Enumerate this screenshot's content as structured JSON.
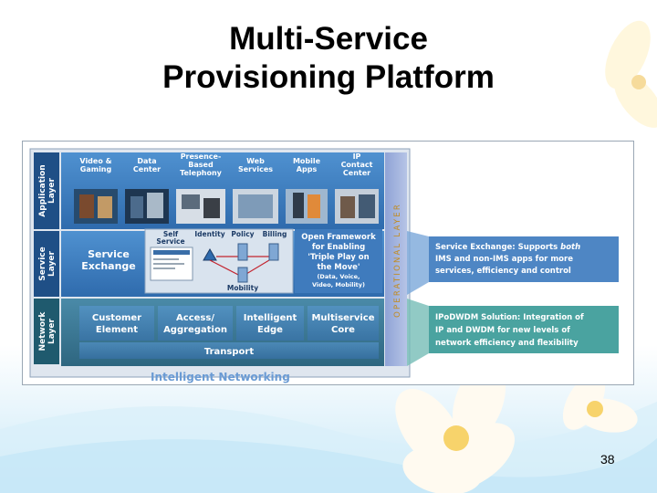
{
  "title": {
    "line1": "Multi-Service",
    "line2": "Provisioning Platform"
  },
  "layers": {
    "application": {
      "label1": "Application",
      "label2": "Layer"
    },
    "service": {
      "label1": "Service",
      "label2": "Layer"
    },
    "network": {
      "label1": "Network",
      "label2": "Layer"
    }
  },
  "applications": [
    {
      "l1": "Video &",
      "l2": "Gaming",
      "l3": ""
    },
    {
      "l1": "Data",
      "l2": "Center",
      "l3": ""
    },
    {
      "l1": "Presence-",
      "l2": "Based",
      "l3": "Telephony"
    },
    {
      "l1": "Web",
      "l2": "Services",
      "l3": ""
    },
    {
      "l1": "Mobile",
      "l2": "Apps",
      "l3": ""
    },
    {
      "l1": "IP",
      "l2": "Contact",
      "l3": "Center"
    }
  ],
  "service_exchange": {
    "l1": "Service",
    "l2": "Exchange"
  },
  "service_items": {
    "self1": "Self",
    "self2": "Service",
    "identity": "Identity",
    "policy": "Policy",
    "billing": "Billing",
    "mobility": "Mobility"
  },
  "open_framework": {
    "l1": "Open Framework",
    "l2": "for Enabling",
    "l3": "'Triple Play on",
    "l4": "the Move'",
    "l5": "(Data, Voice,",
    "l6": "Video, Mobility)"
  },
  "network_items": [
    {
      "l1": "Customer",
      "l2": "Element"
    },
    {
      "l1": "Access/",
      "l2": "Aggregation"
    },
    {
      "l1": "Intelligent",
      "l2": "Edge"
    },
    {
      "l1": "Multiservice",
      "l2": "Core"
    }
  ],
  "transport": "Transport",
  "operational_layer": "OPERATIONAL LAYER",
  "intelligent_networking": "Intelligent Networking",
  "callouts": {
    "service": {
      "l1a": "Service Exchange: Supports ",
      "l1b": "both",
      "l2": "IMS and non-IMS apps for more",
      "l3": "services, efficiency and control"
    },
    "ipodwdm": {
      "l1": "IPoDWDM Solution: Integration of",
      "l2": "IP and DWDM for new levels of",
      "l3": "network efficiency and flexibility"
    }
  },
  "page_number": "38",
  "colors": {
    "layer_band": "#3d7fbf",
    "panel_dark": "#2a5a94",
    "network_band": "#37708a",
    "callout_blue": "#4e86c4",
    "callout_teal": "#4aa3a0",
    "op_strip": "#9fb0d8"
  }
}
